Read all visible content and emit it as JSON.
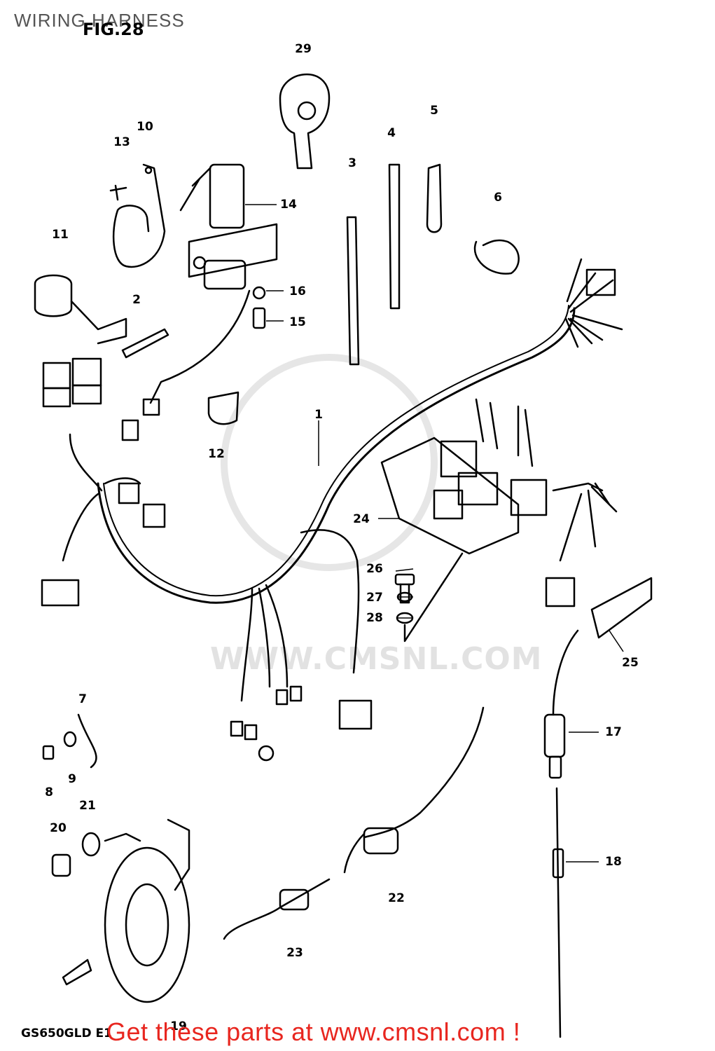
{
  "page_title": "WIRING HARNESS",
  "figure_label": "FIG.28",
  "model_code": "GS650GLD E1",
  "watermark_text": "WWW.CMSNL.COM",
  "footer_link": "Get these parts at www.cmsnl.com !",
  "colors": {
    "line": "#000000",
    "link": "#e8261f",
    "watermark": "#e2e2e2",
    "title": "#555555"
  },
  "callouts": [
    "1",
    "2",
    "3",
    "4",
    "5",
    "6",
    "7",
    "8",
    "9",
    "10",
    "11",
    "12",
    "13",
    "14",
    "15",
    "16",
    "17",
    "18",
    "19",
    "20",
    "21",
    "22",
    "23",
    "24",
    "25",
    "26",
    "27",
    "28",
    "29"
  ]
}
